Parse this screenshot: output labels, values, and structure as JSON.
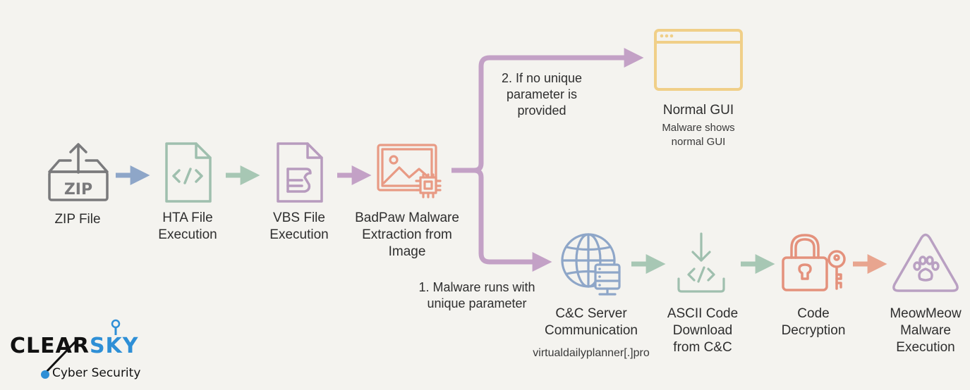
{
  "colors": {
    "background": "#f4f3ef",
    "zip": "#7a7a7c",
    "hta": "#9fbfae",
    "vbs": "#b79bbe",
    "badpaw": "#e89a84",
    "gui": "#f0cf88",
    "cc": "#8ea6c8",
    "ascii": "#9fbfae",
    "decrypt": "#e4917c",
    "meow": "#b9a0c2",
    "arrow_blue": "#8ea6c8",
    "arrow_green": "#a7c7b4",
    "arrow_purple": "#c3a1c6",
    "arrow_salmon": "#e8a58f",
    "logo_blue": "#2e8fd6"
  },
  "nodes": {
    "zip": {
      "icon": "zip-archive-icon",
      "icon_text": "ZIP",
      "label_lines": [
        "ZIP File"
      ]
    },
    "hta": {
      "icon": "code-file-icon",
      "label_lines": [
        "HTA File",
        "Execution"
      ]
    },
    "vbs": {
      "icon": "script-file-icon",
      "label_lines": [
        "VBS File",
        "Execution"
      ]
    },
    "badpaw": {
      "icon": "image-chip-icon",
      "label_lines": [
        "BadPaw Malware",
        "Extraction from",
        "Image"
      ]
    },
    "gui": {
      "icon": "browser-window-icon",
      "label_lines": [
        "Normal GUI"
      ],
      "sub_lines": [
        "Malware shows",
        "normal GUI"
      ]
    },
    "cc": {
      "icon": "globe-server-icon",
      "label_lines": [
        "C&C Server",
        "Communication"
      ],
      "sub_lines": [
        "virtualdailyplanner[.]pro"
      ]
    },
    "ascii": {
      "icon": "code-download-icon",
      "label_lines": [
        "ASCII Code",
        "Download",
        "from C&C"
      ]
    },
    "decrypt": {
      "icon": "lock-key-icon",
      "label_lines": [
        "Code",
        "Decryption"
      ]
    },
    "meow": {
      "icon": "paw-warning-icon",
      "label_lines": [
        "MeowMeow",
        "Malware",
        "Execution"
      ]
    }
  },
  "branches": {
    "top": {
      "label_lines": [
        "2. If no unique",
        "parameter is",
        "provided"
      ]
    },
    "bottom": {
      "label_lines": [
        "1. Malware runs with",
        "unique parameter"
      ]
    }
  },
  "logo": {
    "word_a": "CLEAR",
    "word_b": "SKY",
    "tagline": "Cyber Security"
  }
}
